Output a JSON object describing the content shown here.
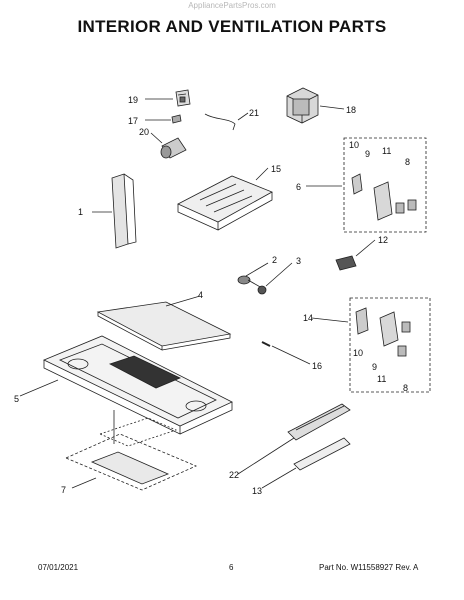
{
  "watermark": "AppliancePartsPros.com",
  "title": "INTERIOR AND VENTILATION PARTS",
  "callouts": {
    "c1": "1",
    "c2": "2",
    "c3": "3",
    "c4": "4",
    "c5": "5",
    "c6": "6",
    "c7": "7",
    "c8a": "8",
    "c8b": "8",
    "c9a": "9",
    "c9b": "9",
    "c10a": "10",
    "c10b": "10",
    "c11a": "11",
    "c11b": "11",
    "c12": "12",
    "c13": "13",
    "c14": "14",
    "c15": "15",
    "c16": "16",
    "c17": "17",
    "c18": "18",
    "c19": "19",
    "c20": "20",
    "c21": "21",
    "c22": "22"
  },
  "footer": {
    "date": "07/01/2021",
    "page": "6",
    "part_info": "Part No. W11558927  Rev. A"
  }
}
